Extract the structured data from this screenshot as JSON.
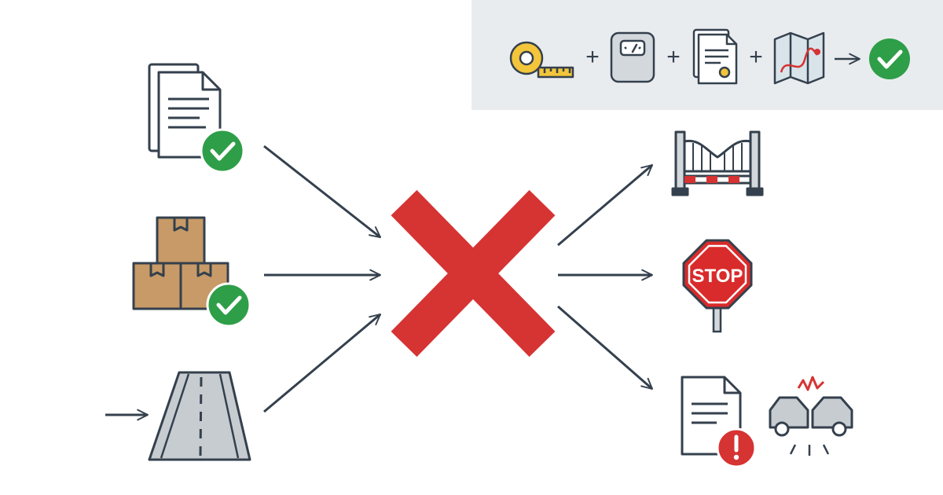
{
  "colors": {
    "background": "#ffffff",
    "panel": "#e9ecef",
    "stroke": "#34404d",
    "check_green": "#2e9e48",
    "cross_red": "#d63333",
    "stop_red": "#d92b2b",
    "alert_red": "#d63333",
    "box_brown": "#c79a67",
    "road_gray": "#c7ccd1",
    "tape_yellow": "#f2c53a",
    "paper": "#ffffff"
  },
  "requirements_panel": {
    "items": [
      "tape-measure-icon",
      "scale-icon",
      "certificate-documents-icon",
      "route-map-icon"
    ],
    "plus_symbol": "+",
    "result": "approved-check-icon"
  },
  "inputs": [
    {
      "icon": "documents-icon",
      "status": "approved"
    },
    {
      "icon": "stacked-boxes-icon",
      "status": "approved"
    },
    {
      "icon": "road-icon",
      "status": "entry-arrow"
    }
  ],
  "center_symbol": "rejected-cross-icon",
  "outcomes": [
    {
      "icon": "closed-barrier-gate-icon"
    },
    {
      "icon": "stop-sign-icon",
      "sign_text": "STOP"
    },
    {
      "icon": "document-warning-icon",
      "second_icon": "vehicle-collision-icon"
    }
  ]
}
